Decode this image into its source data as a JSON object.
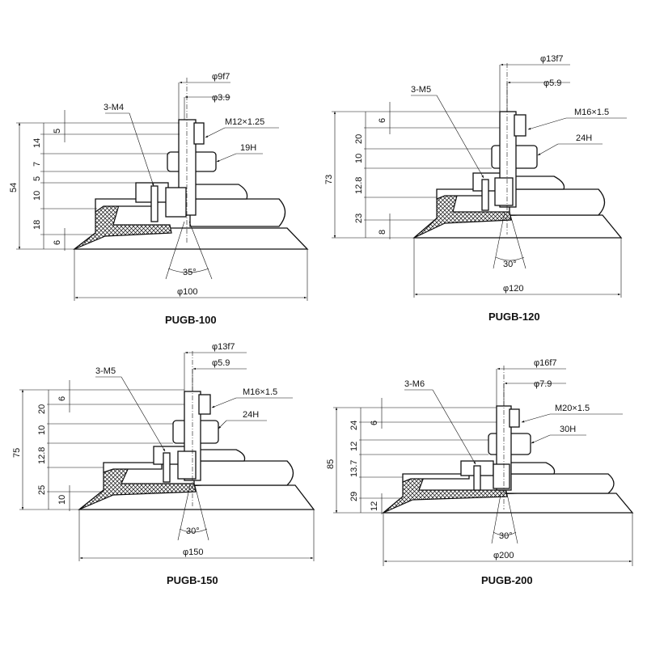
{
  "drawings": [
    {
      "model": "PUGB-100",
      "screw": "3-M4",
      "thread": "M12×1.25",
      "hex": "19H",
      "shaft_dia": "φ9f7",
      "bore_dia": "φ3.9",
      "pad_dia": "φ100",
      "angle": "35°",
      "total_height": "54",
      "segments": [
        "5",
        "14",
        "7",
        "5",
        "10",
        "18",
        "6"
      ]
    },
    {
      "model": "PUGB-120",
      "screw": "3-M5",
      "thread": "M16×1.5",
      "hex": "24H",
      "shaft_dia": "φ13f7",
      "bore_dia": "φ5.9",
      "pad_dia": "φ120",
      "angle": "30°",
      "total_height": "73",
      "segments": [
        "6",
        "20",
        "10",
        "12.8",
        "23",
        "8"
      ]
    },
    {
      "model": "PUGB-150",
      "screw": "3-M5",
      "thread": "M16×1.5",
      "hex": "24H",
      "shaft_dia": "φ13f7",
      "bore_dia": "φ5.9",
      "pad_dia": "φ150",
      "angle": "30°",
      "total_height": "75",
      "segments": [
        "6",
        "20",
        "10",
        "12.8",
        "25",
        "10"
      ]
    },
    {
      "model": "PUGB-200",
      "screw": "3-M6",
      "thread": "M20×1.5",
      "hex": "30H",
      "shaft_dia": "φ16f7",
      "bore_dia": "φ7.9",
      "pad_dia": "φ200",
      "angle": "30°",
      "total_height": "85",
      "segments": [
        "6",
        "24",
        "12",
        "13.7",
        "29",
        "12"
      ]
    }
  ]
}
